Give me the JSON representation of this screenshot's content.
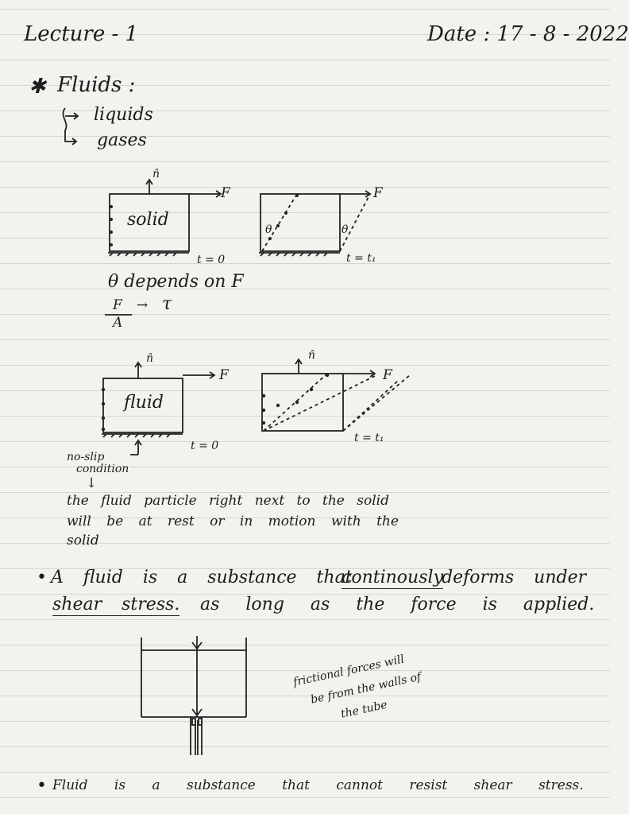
{
  "header": {
    "lecture": "Lecture - 1",
    "date": "Date : 17 - 8 - 2022"
  },
  "topic": {
    "star": "✱",
    "title": "Fluids :",
    "branches": [
      "liquids",
      "gases"
    ]
  },
  "figure1": {
    "force": "F",
    "normal": "n̂",
    "label_solid": "solid",
    "time_left": "t = 0",
    "time_right": "t = t₁",
    "theta": "θ"
  },
  "depends": {
    "line": "θ depends on F",
    "frac_num": "F",
    "frac_den": "A",
    "arrow": "→",
    "tau": "τ"
  },
  "figure2": {
    "force": "F",
    "normal": "n̂",
    "label_fluid": "fluid",
    "time_left": "t = 0",
    "time_right": "t = t₁"
  },
  "noslip": {
    "label_line1": "no-slip",
    "label_line2": "condition",
    "down_arrow": "↓",
    "line1": "the fluid particle right next to the solid",
    "line2": "will be at rest or in motion with the",
    "line3": "solid"
  },
  "def1": {
    "bullet": "•",
    "part1": "A fluid is a substance that",
    "underlined": "continously",
    "part2": "deforms under",
    "line2_underlined": "shear stress.",
    "line2_rest": "as long as the force is applied."
  },
  "figure3": {
    "note_line1": "frictional forces will",
    "note_line2": "be from the walls of",
    "note_line3": "the tube"
  },
  "def2": {
    "bullet": "•",
    "text": "Fluid is a substance that cannot resist shear stress."
  }
}
